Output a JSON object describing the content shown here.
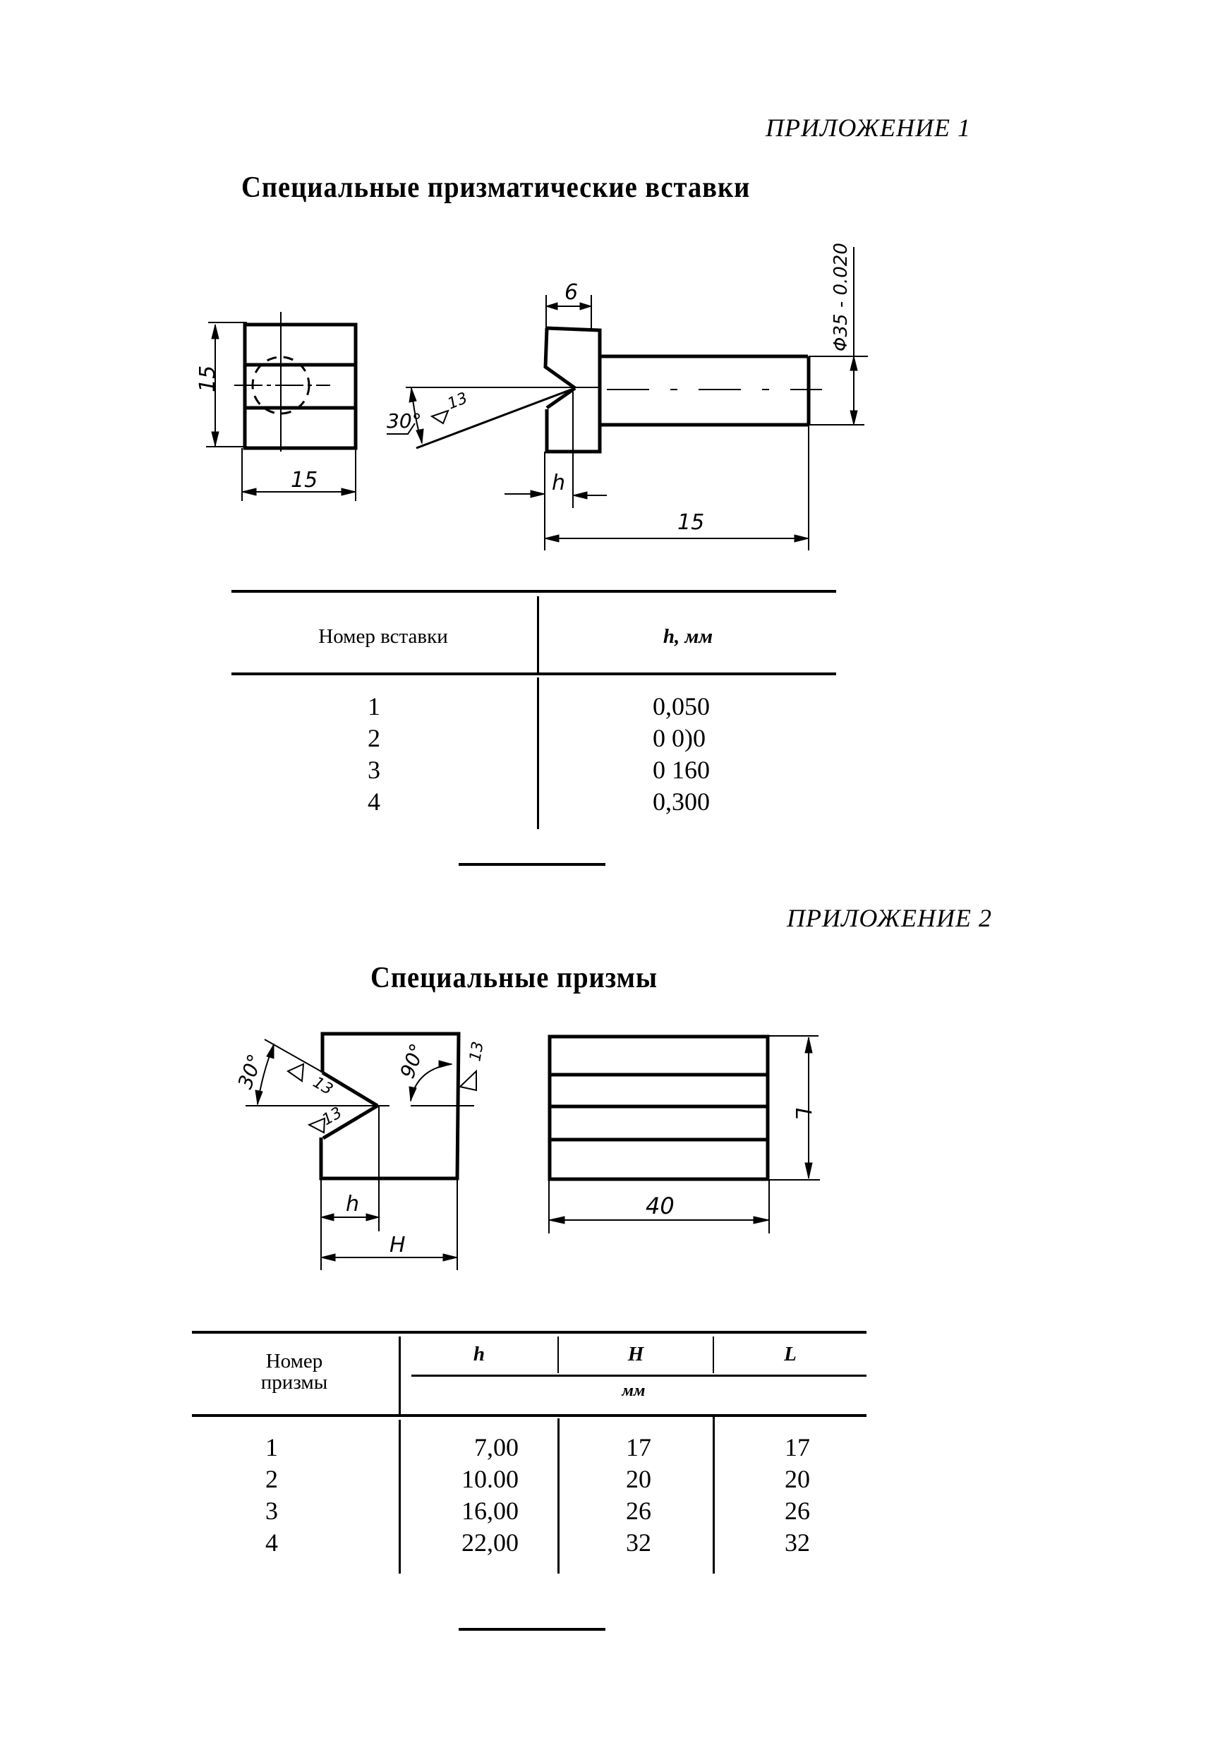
{
  "appendix1": {
    "label": "ПРИЛОЖЕНИЕ 1",
    "title": "Специальные призматические вставки",
    "drawing": {
      "front_view": {
        "height_dim": "15",
        "width_dim": "15"
      },
      "side_view": {
        "top_dim": "6",
        "angle": "30°",
        "roughness": "13",
        "diameter_dim": "Φ35 - 0.020",
        "h_dim": "h",
        "length_dim": "15"
      }
    },
    "table": {
      "headers": [
        "Номер вставки",
        "h, мм"
      ],
      "rows": [
        {
          "no": "1",
          "h": "0,050"
        },
        {
          "no": "2",
          "h": "0 0)0"
        },
        {
          "no": "3",
          "h": "0 160"
        },
        {
          "no": "4",
          "h": "0,300"
        }
      ]
    }
  },
  "appendix2": {
    "label": "ПРИЛОЖЕНИЕ 2",
    "title": "Специальные призмы",
    "drawing": {
      "side_view": {
        "angle1": "30°",
        "angle2": "90°",
        "roughness1": "13",
        "roughness2": "13",
        "roughness3": "13",
        "h_dim": "h",
        "H_dim": "H"
      },
      "front_view": {
        "width_dim": "40",
        "length_dim": "L"
      }
    },
    "table": {
      "header_col1": "Номер\nпризмы",
      "header_col1_line1": "Номер",
      "header_col1_line2": "призмы",
      "headers": [
        "h",
        "H",
        "L"
      ],
      "unit": "мм",
      "rows": [
        {
          "no": "1",
          "h": "7,00",
          "H": "17",
          "L": "17"
        },
        {
          "no": "2",
          "h": "10.00",
          "H": "20",
          "L": "20"
        },
        {
          "no": "3",
          "h": "16,00",
          "H": "26",
          "L": "26"
        },
        {
          "no": "4",
          "h": "22,00",
          "H": "32",
          "L": "32"
        }
      ]
    }
  }
}
